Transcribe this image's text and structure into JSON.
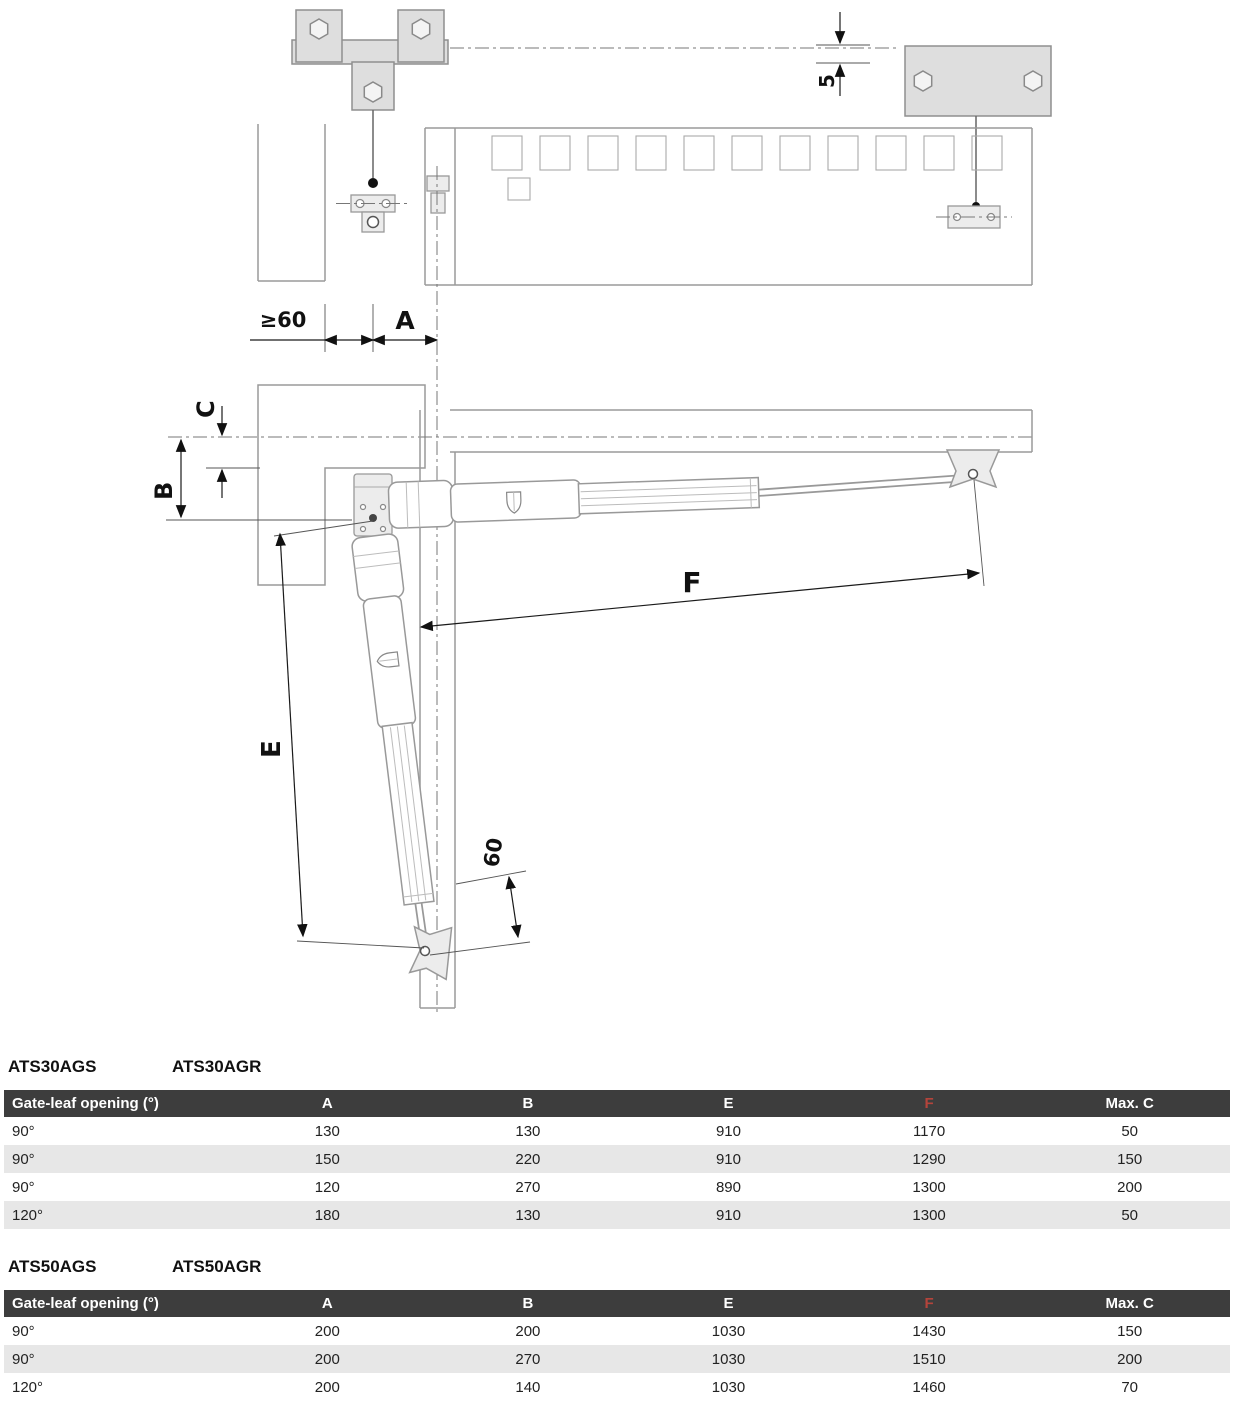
{
  "diagram": {
    "dims": {
      "ge60": "≥60",
      "a": "A",
      "b": "B",
      "c": "C",
      "e": "E",
      "f": "F",
      "five": "5",
      "sixty": "60"
    }
  },
  "tables": [
    {
      "title_left": "ATS30AGS",
      "title_right": "ATS30AGR",
      "headers": [
        "Gate-leaf opening (°)",
        "A",
        "B",
        "E",
        "F",
        "Max. C"
      ],
      "rows": [
        [
          "90°",
          "130",
          "130",
          "910",
          "1170",
          "50"
        ],
        [
          "90°",
          "150",
          "220",
          "910",
          "1290",
          "150"
        ],
        [
          "90°",
          "120",
          "270",
          "890",
          "1300",
          "200"
        ],
        [
          "120°",
          "180",
          "130",
          "910",
          "1300",
          "50"
        ]
      ]
    },
    {
      "title_left": "ATS50AGS",
      "title_right": "ATS50AGR",
      "headers": [
        "Gate-leaf opening (°)",
        "A",
        "B",
        "E",
        "F",
        "Max. C"
      ],
      "rows": [
        [
          "90°",
          "200",
          "200",
          "1030",
          "1430",
          "150"
        ],
        [
          "90°",
          "200",
          "270",
          "1030",
          "1510",
          "200"
        ],
        [
          "120°",
          "200",
          "140",
          "1030",
          "1460",
          "70"
        ]
      ]
    }
  ],
  "colors": {
    "table_header_bg": "#3d3d3d",
    "table_header_text": "#ffffff",
    "f_header_text": "#b5443b",
    "row_alt_bg": "#e7e7e7",
    "part_line": "#9a9a9a",
    "dimension_line": "#1a1a1a"
  }
}
